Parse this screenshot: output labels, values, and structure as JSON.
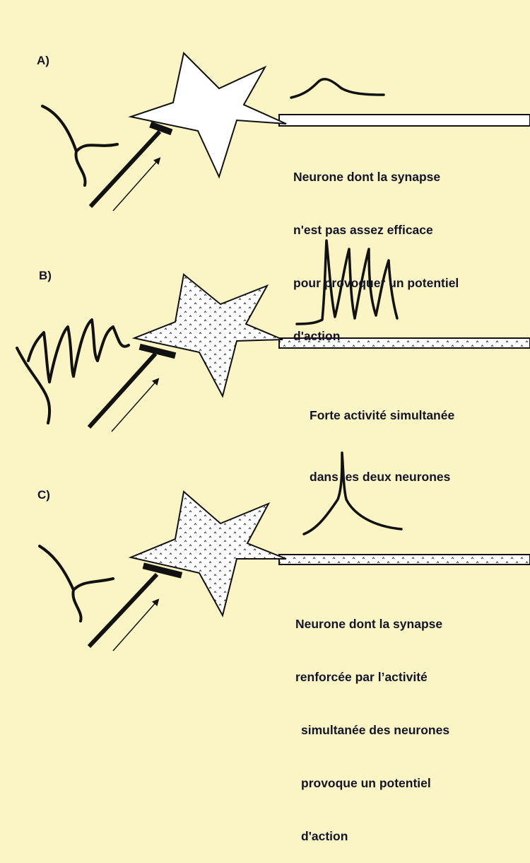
{
  "panels": [
    {
      "label": "A)",
      "caption": [
        "Neurone dont la synapse",
        "n'est pas assez efficace",
        "pour provoquer un potentiel",
        "d'action"
      ],
      "pre_signal": "single-pulse",
      "post_signal": "small-bump",
      "soma_fill": "plain"
    },
    {
      "label": "B)",
      "caption": [
        "Forte activité simultanée",
        "dans les deux neurones"
      ],
      "pre_signal": "spike-train",
      "post_signal": "spike-train",
      "soma_fill": "dotted"
    },
    {
      "label": "C)",
      "caption": [
        "Neurone dont la synapse",
        "renforcée par l’activité",
        "simultanée des neurones",
        "provoque un potentiel",
        "d'action"
      ],
      "pre_signal": "single-pulse",
      "post_signal": "action-potential",
      "soma_fill": "dotted"
    }
  ],
  "colors": {
    "background": "#fbf5c5",
    "ink": "#141428",
    "fill": "#ffffff",
    "stroke": "#111111"
  }
}
